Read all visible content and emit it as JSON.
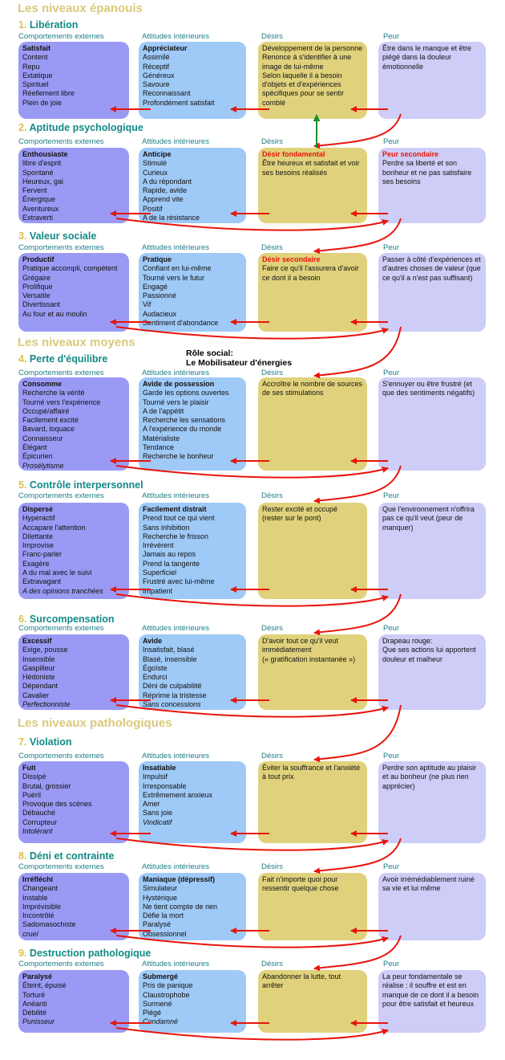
{
  "col_headers": [
    "Comportements externes",
    "Attitudes intérieures",
    "Désirs",
    "Peur"
  ],
  "groups": {
    "g1": "Les niveaux épanouis",
    "g2": "Les niveaux moyens",
    "g3": "Les niveaux pathologiques"
  },
  "role": {
    "line1": "Rôle social:",
    "line2": "Le Mobilisateur d'énergies"
  },
  "levels": [
    {
      "num": "1.",
      "title": "Libération",
      "ext": {
        "head": "Satisfait",
        "items": [
          "Content",
          "Repu",
          "Extatique",
          "Spirituel",
          "Réellement libre",
          "Plein de joie"
        ]
      },
      "int": {
        "head": "Appréciateur",
        "items": [
          "Assimilé",
          "Réceptif",
          "Généreux",
          "Savoure",
          "Reconnaissant",
          "Profondément satisfait"
        ]
      },
      "des": {
        "head": "",
        "items": [
          "Développement de la personne",
          "Renonce à s'identifier à une image de lui-même",
          "Selon laquelle il a besoin d'objets et d'expériences spécifiques pour se sentir comblé"
        ]
      },
      "fear": {
        "head": "",
        "items": [
          "Être dans le manque et être piégé dans la douleur émotionnelle"
        ]
      }
    },
    {
      "num": "2.",
      "title": "Aptitude psychologique",
      "ext": {
        "head": "Enthousiaste",
        "items": [
          "libre d'esprit",
          "Spontané",
          "Heureux, gai",
          "Fervent",
          "Énergique",
          "Aventureux",
          "Extraverti"
        ]
      },
      "int": {
        "head": "Anticipe",
        "items": [
          "Stimulé",
          "Curieux",
          "A du répondant",
          "Rapide, avide",
          "Apprend vite",
          "Positif",
          "A de la résistance"
        ]
      },
      "des": {
        "head": "Désir fondamental",
        "items": [
          "Être heureux et satisfait et voir ses besoins réalisés"
        ]
      },
      "fear": {
        "head": "Peur secondaire",
        "items": [
          "Perdre sa liberté et son bonheur et ne pas satisfaire ses besoins"
        ]
      }
    },
    {
      "num": "3.",
      "title": "Valeur sociale",
      "ext": {
        "head": "Productif",
        "items": [
          "Pratique accompli, compétent",
          "Grégaire",
          "Prolifique",
          "Versatile",
          "Divertissant",
          "Au four et au moulin"
        ]
      },
      "int": {
        "head": "Pratique",
        "items": [
          "Confiant en lui-même",
          "Tourné vers le futur",
          "Engagé",
          "Passionné",
          "Vif",
          "Audacieux",
          "Sentiment d'abondance"
        ]
      },
      "des": {
        "head": "Désir secondaire",
        "items": [
          "Faire ce qu'il l'assurera d'avoir ce dont il a besoin"
        ]
      },
      "fear": {
        "head": "",
        "items": [
          "Passer à côté d'expériences et d'autres choses de valeur (que ce qu'il a n'est pas suffisant)"
        ]
      }
    },
    {
      "num": "4.",
      "title": "Perte d'équilibre",
      "ext": {
        "head": "Consomme",
        "items": [
          "Recherche la vérité",
          "Tourné vers l'expérience",
          "Occupé/affairé",
          "Facilement excité",
          "Bavard, loquace",
          "Connaisseur",
          "Élégant",
          "Épicurien",
          "Prosélytisme"
        ]
      },
      "int": {
        "head": "Avide de possession",
        "items": [
          "Garde les options ouvertes",
          "Tourné vers le plaisir",
          "A de l'appétit",
          "Recherche les sensations",
          "A l'expérience du monde",
          "Matérialiste",
          "Tendance",
          "Recherche le bonheur"
        ]
      },
      "des": {
        "head": "",
        "items": [
          "Accroître le nombre de sources de ses stimulations"
        ]
      },
      "fear": {
        "head": "",
        "items": [
          "S'ennuyer ou être frustré (et que des sentiments négatifs)"
        ]
      }
    },
    {
      "num": "5.",
      "title": "Contrôle interpersonnel",
      "ext": {
        "head": "Dispersé",
        "items": [
          "Hyperactif",
          "Accapare l'attention",
          "Dilettante",
          "Improvise",
          "Franc-parler",
          "Exagère",
          "A du mal avec le suivi",
          "Extravagant",
          "A des opinions tranchées"
        ]
      },
      "int": {
        "head": "Facilement distrait",
        "items": [
          "Prend tout ce qui vient",
          "Sans inhibition",
          "Recherche le frisson",
          "Irrévérent",
          "Jamais au repos",
          "Prend la tangente",
          "Superficiel",
          "Frustré avec lui-même",
          "Impatient"
        ]
      },
      "des": {
        "head": "",
        "items": [
          "Rester excité et occupé",
          "(rester sur le pont)"
        ]
      },
      "fear": {
        "head": "",
        "items": [
          "Que l'environnement n'offrira pas ce qu'il veut (peur de manquer)"
        ]
      }
    },
    {
      "num": "6.",
      "title": "Surcompensation",
      "ext": {
        "head": "Excessif",
        "items": [
          "Exige, pousse",
          "Insensible",
          "Gaspilleur",
          "Hédoniste",
          "Dépendant",
          "Cavalier",
          "Perfectionniste"
        ]
      },
      "int": {
        "head": "Avide",
        "items": [
          "Insatisfait, blasé",
          "Blasé, insensible",
          "Égoïste",
          "Endurci",
          "Déni de culpabilité",
          "Réprime la tristesse",
          "Sans concessions"
        ]
      },
      "des": {
        "head": "",
        "items": [
          "D'avoir tout ce qu'il veut immédiatement",
          "(« gratification instantanée »)"
        ]
      },
      "fear": {
        "head": "",
        "items": [
          "Drapeau rouge:",
          "Que ses actions lui apportent douleur et malheur"
        ]
      }
    },
    {
      "num": "7.",
      "title": "Violation",
      "ext": {
        "head": "Fuit",
        "items": [
          "Dissipé",
          "Brutal, grossier",
          "Puéril",
          "Provoque des scènes",
          "Débauché",
          "Corrupteur",
          "Intolérant"
        ]
      },
      "int": {
        "head": "Insatiable",
        "items": [
          "Impulsif",
          "Irresponsable",
          "Extrêmement anxieux",
          "Amer",
          "Sans joie",
          "Vindicatif"
        ]
      },
      "des": {
        "head": "",
        "items": [
          "Éviter la souffrance et l'anxiété à tout prix"
        ]
      },
      "fear": {
        "head": "",
        "items": [
          "Perdre son aptitude au plaisir et au bonheur (ne plus rien apprécier)"
        ]
      }
    },
    {
      "num": "8.",
      "title": "Déni et contrainte",
      "ext": {
        "head": "Irréfléchi",
        "items": [
          "Changeant",
          "Instable",
          "Imprévisible",
          "Incontrôlé",
          "Sadomasochiste",
          "cruel"
        ]
      },
      "int": {
        "head": "Maniaque (dépressif)",
        "items": [
          "Simulateur",
          "Hystérique",
          "Ne tient compte de rien",
          "Défie la mort",
          "Paralysé",
          "Obsessionnel"
        ]
      },
      "des": {
        "head": "",
        "items": [
          "Fait n'importe quoi pour ressentir quelque chose"
        ]
      },
      "fear": {
        "head": "",
        "items": [
          "Avoir irrémédiablement ruiné sa vie et lui même"
        ]
      }
    },
    {
      "num": "9.",
      "title": "Destruction pathologique",
      "ext": {
        "head": "Paralysé",
        "items": [
          "Éteint, épuisé",
          "Torturé",
          "Anéanti",
          "Débilité",
          "Punisseur"
        ]
      },
      "int": {
        "head": "Submergé",
        "items": [
          "Pris de panique",
          "Claustrophobe",
          "Surmené",
          "Piégé",
          "Condamné"
        ]
      },
      "des": {
        "head": "",
        "items": [
          "Abandonner la lutte, tout arrêter"
        ]
      },
      "fear": {
        "head": "",
        "items": [
          "La peur fondamentale se réalise : il souffre et est en manque de ce dont il a besoin pour être satisfait et heureux"
        ]
      }
    }
  ],
  "colors": {
    "ext": "#9a9af5",
    "int": "#9fc9f7",
    "des": "#e0d27c",
    "fear": "#cdcdf7",
    "arrow": "#e8150c",
    "green_arrow": "#1a8f2a"
  }
}
